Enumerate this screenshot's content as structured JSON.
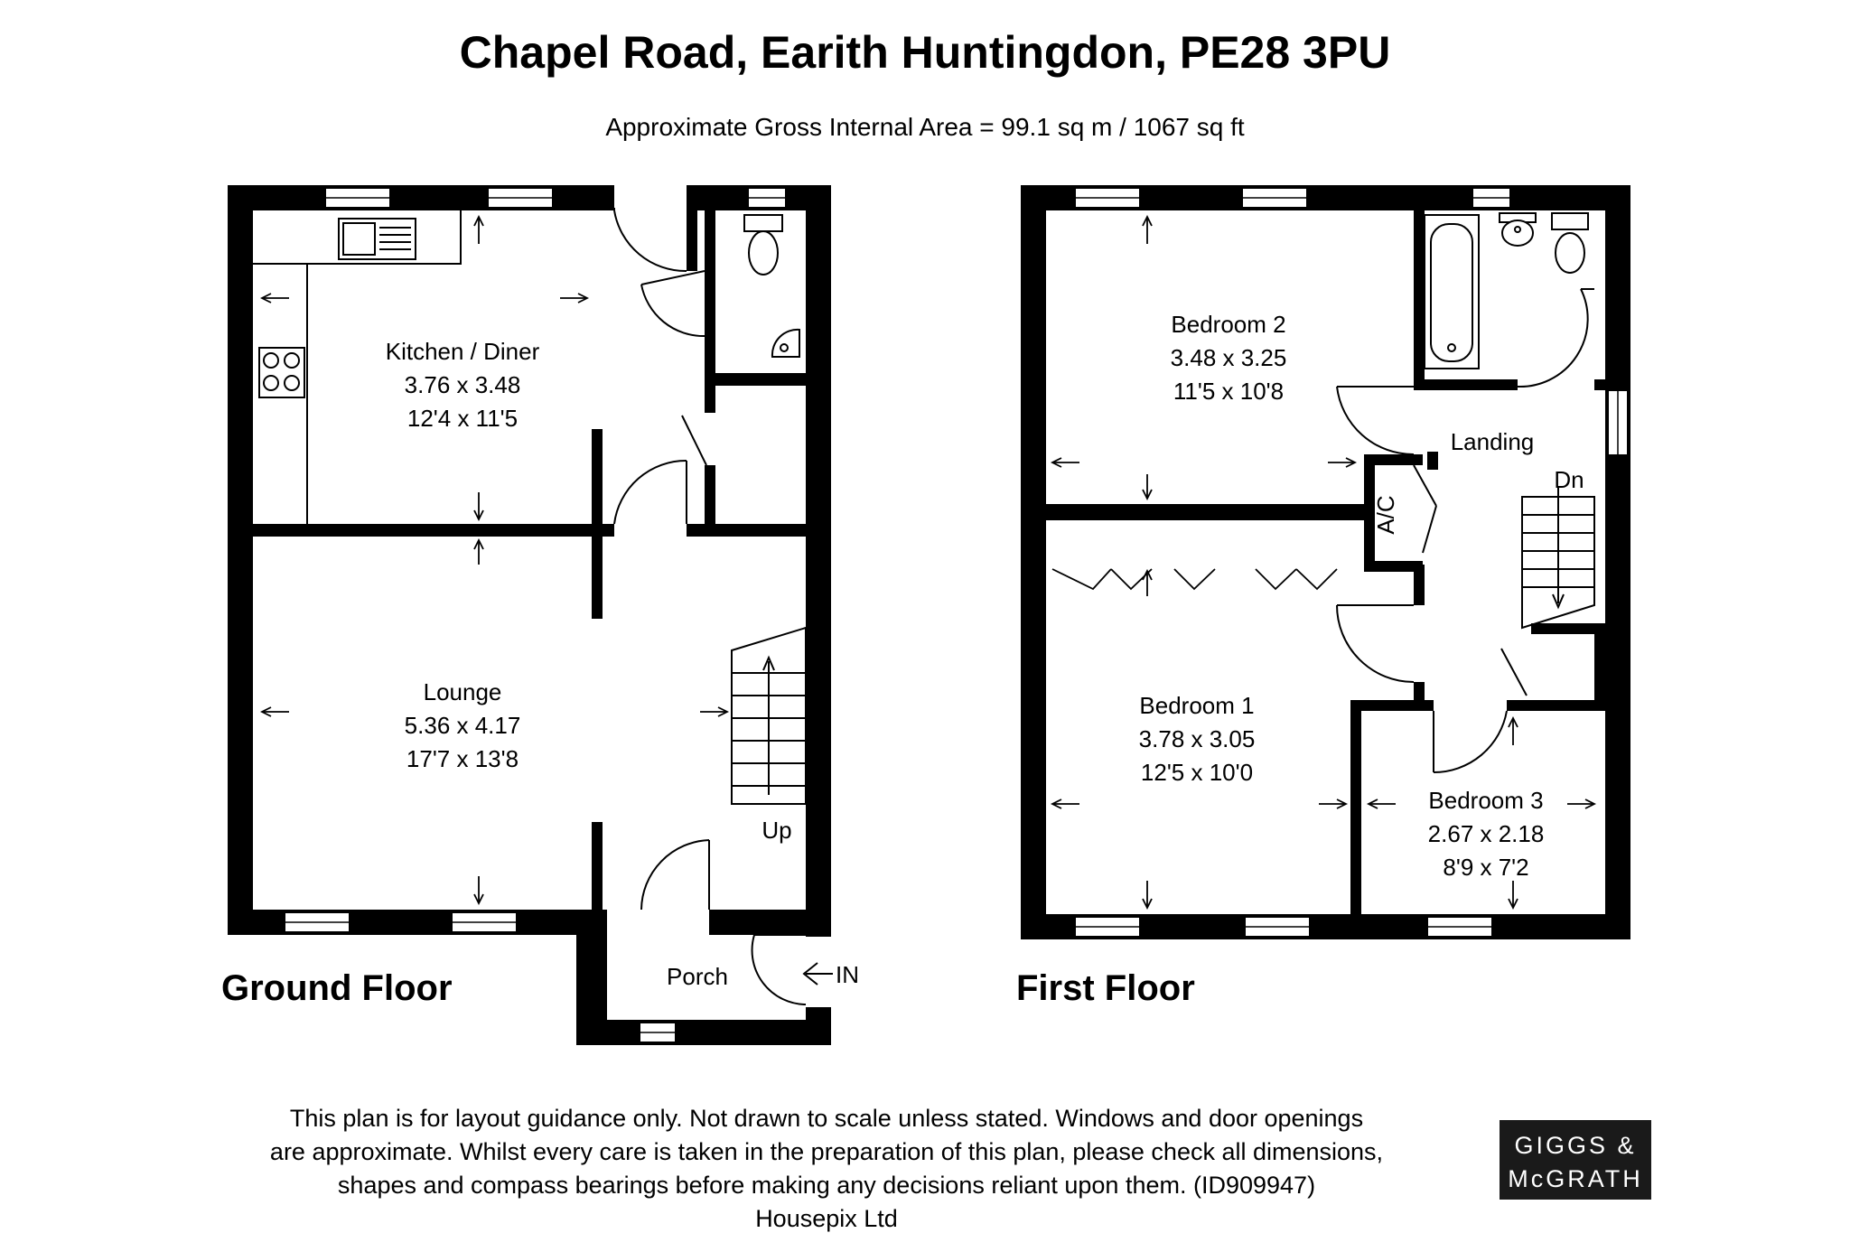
{
  "header": {
    "title": "Chapel Road, Earith Huntingdon, PE28 3PU",
    "subtitle": "Approximate Gross Internal Area = 99.1 sq m / 1067 sq ft"
  },
  "ground_floor": {
    "label": "Ground Floor",
    "rooms": [
      {
        "name": "Kitchen / Diner",
        "metric": "3.76 x 3.48",
        "imperial": "12'4 x 11'5"
      },
      {
        "name": "Lounge",
        "metric": "5.36 x 4.17",
        "imperial": "17'7 x 13'8"
      },
      {
        "name": "Porch"
      }
    ],
    "stairs_label": "Up",
    "entrance_label": "IN"
  },
  "first_floor": {
    "label": "First Floor",
    "rooms": [
      {
        "name": "Bedroom 2",
        "metric": "3.48 x 3.25",
        "imperial": "11'5 x 10'8"
      },
      {
        "name": "Landing"
      },
      {
        "name": "Bedroom 1",
        "metric": "3.78 x 3.05",
        "imperial": "12'5 x 10'0"
      },
      {
        "name": "Bedroom 3",
        "metric": "2.67 x 2.18",
        "imperial": "8'9 x 7'2"
      }
    ],
    "stairs_label": "Dn",
    "cupboard_label": "A/C"
  },
  "disclaimer": [
    "This plan is for layout guidance only. Not drawn to scale unless stated. Windows and door openings",
    "are approximate. Whilst every care is taken in the preparation of this plan, please check all dimensions,",
    "shapes and compass bearings before making any decisions reliant upon them. (ID909947)",
    "Housepix Ltd"
  ],
  "logo": {
    "line1": "GIGGS &",
    "line2": "McGRATH",
    "color": "#1a1a1a"
  },
  "colors": {
    "wall": "#000000",
    "background": "#ffffff"
  }
}
